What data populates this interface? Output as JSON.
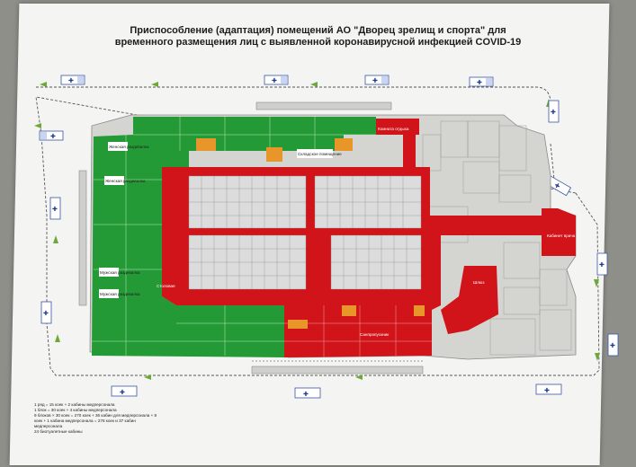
{
  "title": {
    "line1": "Приспособление (адаптация) помещений АО \"Дворец зрелищ и спорта\" для",
    "line2": "временного размещения лиц с выявленной коронавирусной инфекцией COVID-19"
  },
  "colors": {
    "green_zone": "#239a35",
    "red_zone": "#d0141a",
    "orange_zone": "#e8962a",
    "floor_grey": "#d4d4d0",
    "road_dash": "#555555",
    "arrow": "#6fa83a"
  },
  "icons": [
    "ambulance-icon"
  ],
  "legend": {
    "lines": [
      "1 ряд = 15 коек + 2 кабины медперсонала",
      "1 блок = 30 коек + 4 кабины медперсонала",
      "9 блоков × 30 коек = 270 коек + 36 кабин для медперсонала + 8",
      "коек + 1 кабина медперсонала = 278 коек и 37 кабин",
      "медперсонала",
      "24 биотуалетные кабины"
    ]
  },
  "labels": {
    "green_rooms": [
      "Женская раздевалка",
      "Женская раздевалка",
      "Мужская раздевалка",
      "Мужская раздевалка"
    ],
    "red_rooms": [
      "Комната отдыха",
      "Кабинет врача",
      "Шлюз",
      "Столовая",
      "Санпропускник"
    ],
    "orange_rooms": [
      "Складское помещение"
    ]
  }
}
